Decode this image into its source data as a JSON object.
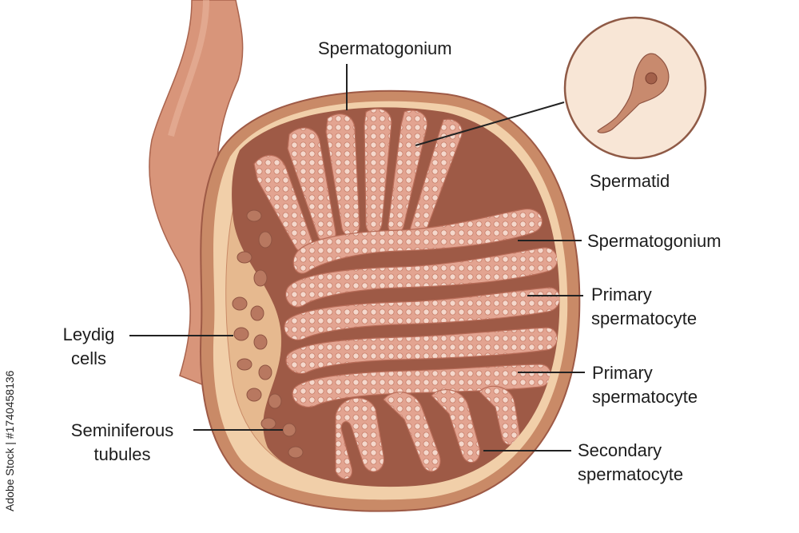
{
  "labels": {
    "spermatogonium_top": "Spermatogonium",
    "spermatid": "Spermatid",
    "spermatogonium_right": "Spermatogonium",
    "primary_spermatocyte_1": [
      "Primary",
      "spermatocyte"
    ],
    "primary_spermatocyte_2": [
      "Primary",
      "spermatocyte"
    ],
    "secondary_spermatocyte": [
      "Secondary",
      "spermatocyte"
    ],
    "leydig_cells": [
      "Leydig",
      "cells"
    ],
    "seminiferous_tubules": [
      "Seminiferous",
      "tubules"
    ]
  },
  "watermark": "Adobe Stock | #1740458136",
  "colors": {
    "capsule": "#c98a67",
    "capsule_light": "#f1cfa9",
    "interior": "#9e5a46",
    "tubule": "#e3a491",
    "tubule_cell": "#f5d8cc",
    "duct": "#d8957a",
    "leydig_band": "#e6b98f",
    "leydig_cell": "#b87860",
    "inset_bg": "#f8e6d6",
    "leader": "#222222"
  }
}
